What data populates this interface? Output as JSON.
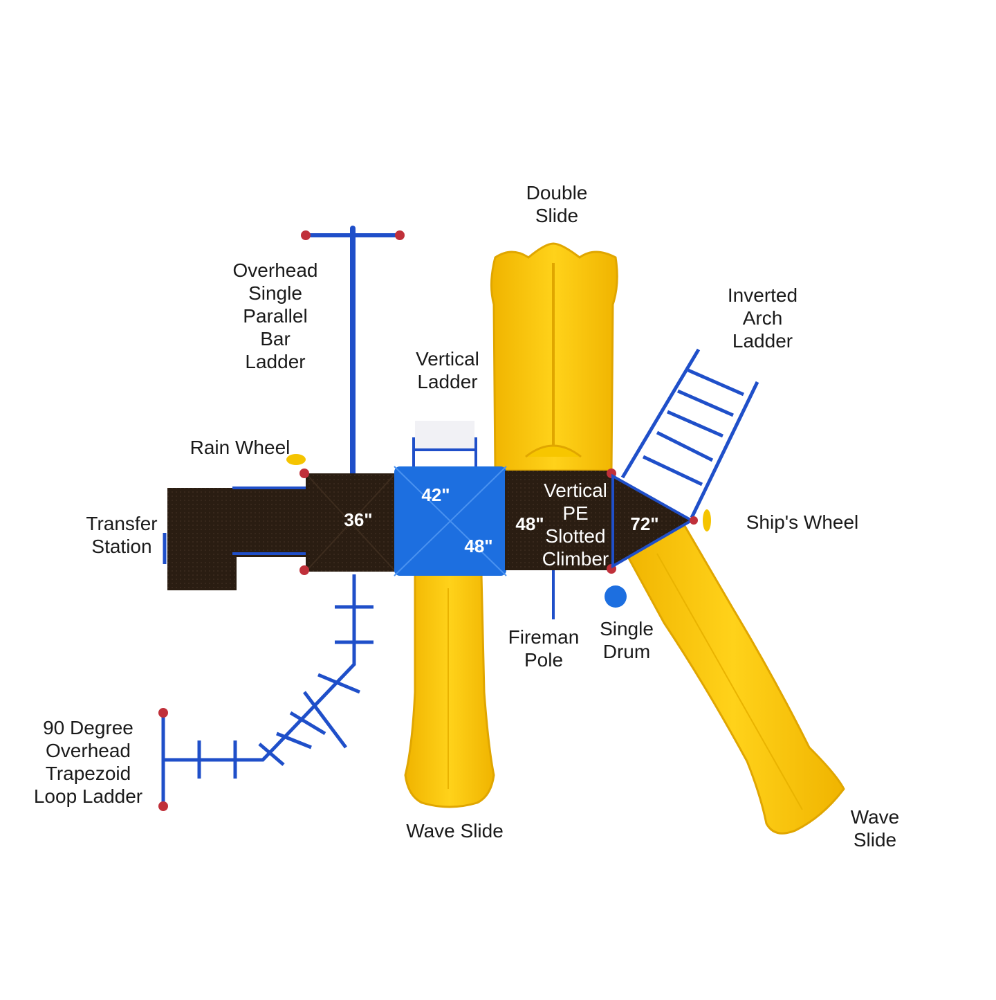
{
  "labels": {
    "double_slide": "Double\nSlide",
    "overhead_ladder": "Overhead\nSingle\nParallel\nBar\nLadder",
    "inverted_arch_ladder": "Inverted\nArch\nLadder",
    "vertical_ladder": "Vertical\nLadder",
    "rain_wheel": "Rain Wheel",
    "transfer_station": "Transfer\nStation",
    "ships_wheel": "Ship's Wheel",
    "fireman_pole": "Fireman\nPole",
    "single_drum": "Single\nDrum",
    "trapezoid_loop_ladder": "90 Degree\nOverhead\nTrapezoid\nLoop Ladder",
    "wave_slide_center": "Wave Slide",
    "wave_slide_right": "Wave\nSlide",
    "slotted_climber": "Vertical\nPE\nSlotted\nClimber"
  },
  "deck_heights": {
    "deck_1": "36\"",
    "deck_2_top": "42\"",
    "deck_2_bottom": "48\"",
    "deck_3": "48\"",
    "deck_4": "72\""
  },
  "colors": {
    "deck": "#2a1d12",
    "frame": "#1f4fc9",
    "roof": "#1d6fe0",
    "slide": "#f5c400",
    "slide_edge": "#e0a600",
    "clamp": "#c0303a"
  }
}
